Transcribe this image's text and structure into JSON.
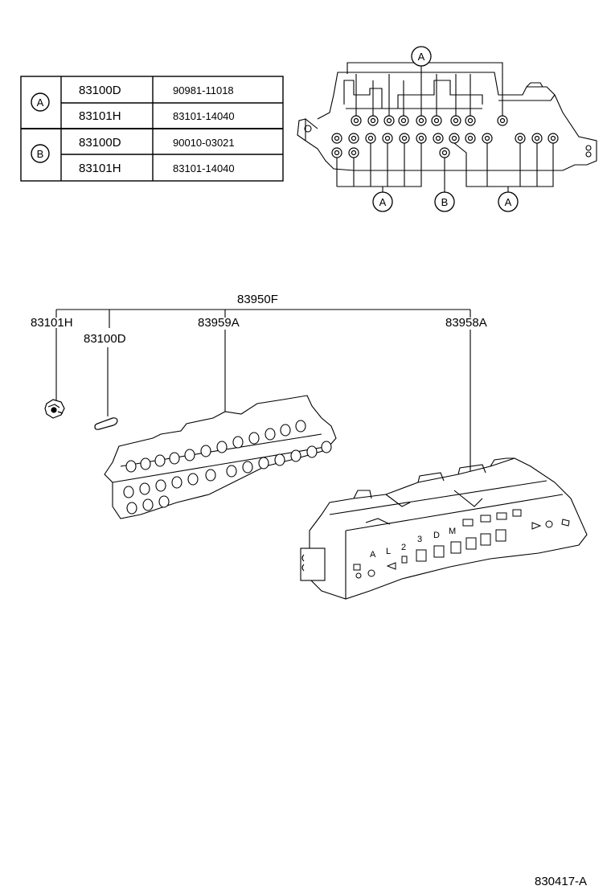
{
  "table": {
    "rows": [
      {
        "group": "A",
        "part": "83100D",
        "number": "90981-11018"
      },
      {
        "group": "A",
        "part": "83101H",
        "number": "83101-14040"
      },
      {
        "group": "B",
        "part": "83100D",
        "number": "90010-03021"
      },
      {
        "group": "B",
        "part": "83101H",
        "number": "83101-14040"
      }
    ]
  },
  "top_view": {
    "callouts": [
      "A",
      "A",
      "B",
      "A"
    ]
  },
  "labels": {
    "assembly": "83950F",
    "socket": "83101H",
    "bulb": "83100D",
    "plate": "83959A",
    "housing": "83958A"
  },
  "panel_marks": {
    "gears": [
      "A",
      "L",
      "2",
      "3",
      "D",
      "M"
    ]
  },
  "footer": {
    "code": "830417-A"
  }
}
